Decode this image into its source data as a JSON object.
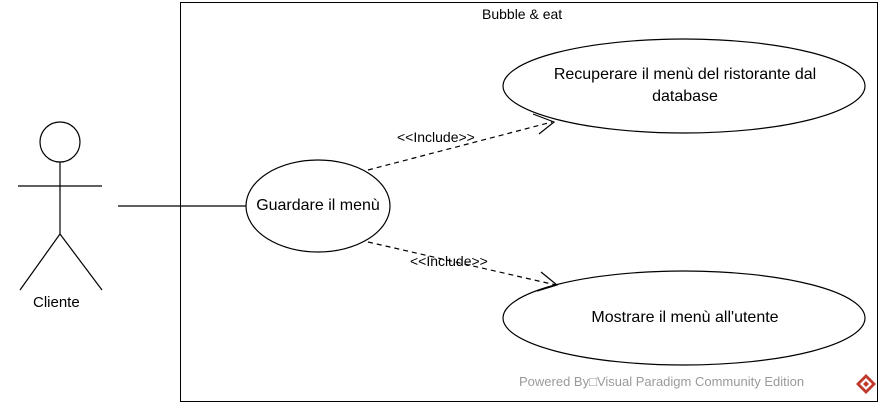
{
  "system": {
    "name": "Bubble & eat"
  },
  "actor": {
    "name": "Cliente"
  },
  "use_cases": {
    "main": "Guardare il menù",
    "retrieve": "Recuperare il menù del ristorante dal database",
    "show": "Mostrare il menù all'utente"
  },
  "relations": {
    "include_top": "<<Include>>",
    "include_bottom": "<<Include>>"
  },
  "watermark": {
    "text": "Powered By□Visual Paradigm Community Edition",
    "icon": "visual-paradigm-logo-icon",
    "color": "#9a9a9a"
  },
  "colors": {
    "line": "#000000",
    "background": "#ffffff",
    "logo_red": "#c0392b"
  }
}
